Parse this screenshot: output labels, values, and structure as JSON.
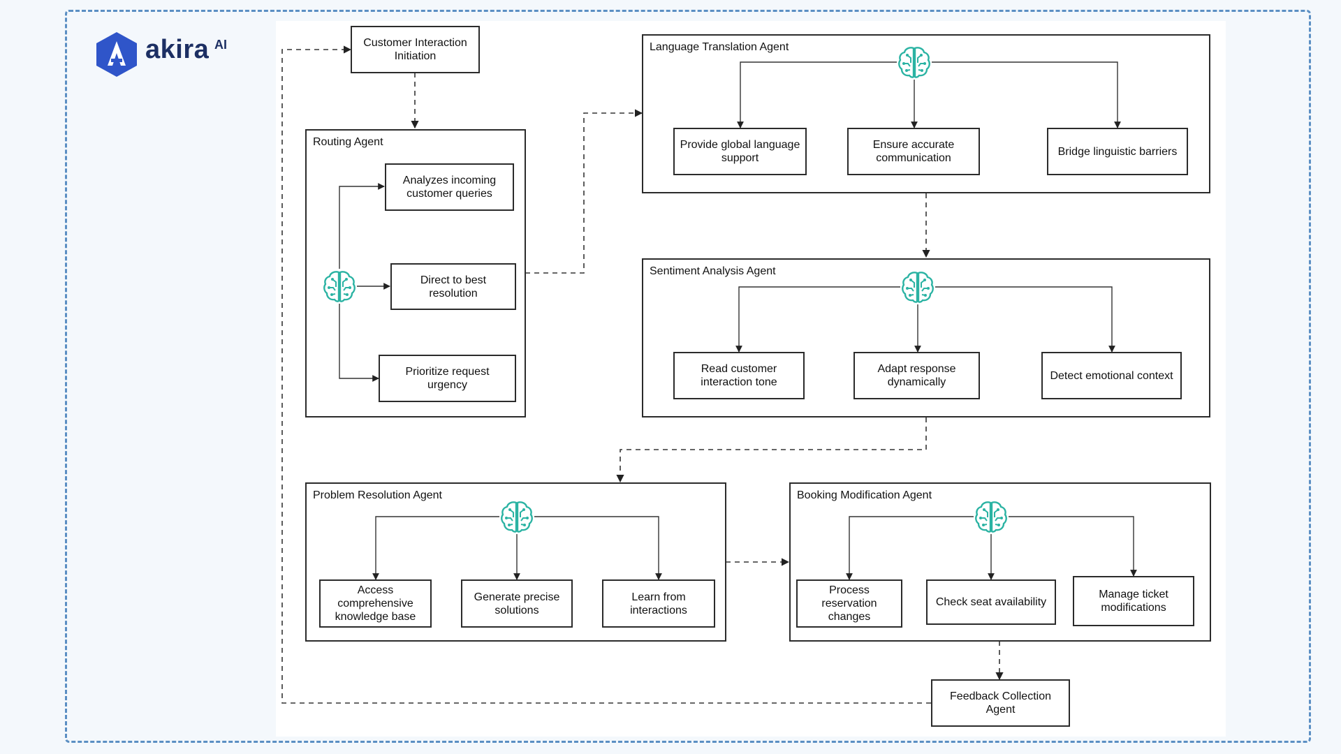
{
  "brand": {
    "name": "akira",
    "suffix": "AI"
  },
  "colors": {
    "frame": "#5b8fc3",
    "brain": "#2bb3a3",
    "logo": "#2f55c9"
  },
  "icons": {
    "agent_icon": "ai-brain-icon"
  },
  "nodes": {
    "initiation": "Customer Interaction Initiation",
    "feedback": "Feedback Collection Agent"
  },
  "routing": {
    "title": "Routing Agent",
    "tasks": [
      "Analyzes incoming customer queries",
      "Direct to best resolution",
      "Prioritize request urgency"
    ]
  },
  "translation": {
    "title": "Language Translation Agent",
    "tasks": [
      "Provide global language support",
      "Ensure accurate communication",
      "Bridge linguistic barriers"
    ]
  },
  "sentiment": {
    "title": "Sentiment Analysis Agent",
    "tasks": [
      "Read customer interaction tone",
      "Adapt response dynamically",
      "Detect emotional context"
    ]
  },
  "resolution": {
    "title": "Problem Resolution Agent",
    "tasks": [
      "Access comprehensive knowledge base",
      "Generate precise solutions",
      "Learn from interactions"
    ]
  },
  "booking": {
    "title": "Booking Modification Agent",
    "tasks": [
      "Process reservation changes",
      "Check seat availability",
      "Manage ticket modifications"
    ]
  }
}
